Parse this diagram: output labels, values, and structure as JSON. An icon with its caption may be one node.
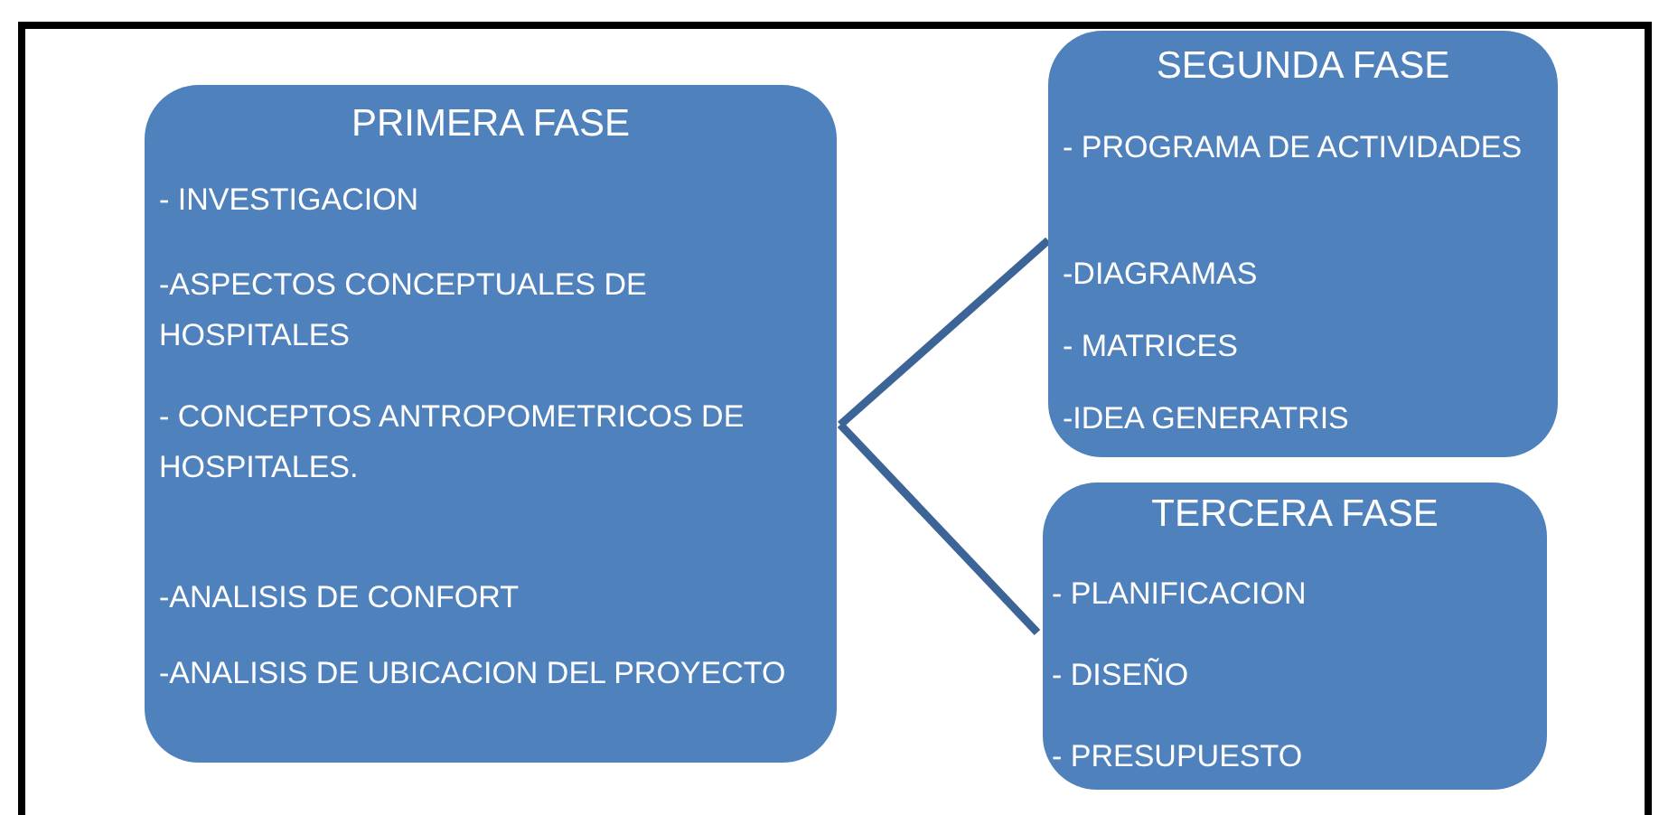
{
  "diagram": {
    "nodes": [
      {
        "text": [
          "PRIMERA FASE",
          "- INVESTIGACION",
          "-ASPECTOS CONCEPTUALES DE HOSPITALES",
          "- CONCEPTOS ANTROPOMETRICOS DE HOSPITALES.",
          "-ANALISIS DE CONFORT",
          "-ANALISIS DE UBICACION DEL PROYECTO"
        ]
      },
      {
        "text": [
          "SEGUNDA FASE",
          "- PROGRAMA DE ACTIVIDADES",
          "-DIAGRAMAS",
          "- MATRICES",
          "-IDEA GENERATRIS"
        ]
      },
      {
        "text": [
          "TERCERA FASE",
          "- PLANIFICACION",
          "- DISEÑO",
          "- PRESUPUESTO"
        ]
      }
    ],
    "edges": [
      {
        "from": 0,
        "to": 1,
        "arrow": "none"
      },
      {
        "from": 0,
        "to": 2,
        "arrow": "none"
      }
    ]
  }
}
